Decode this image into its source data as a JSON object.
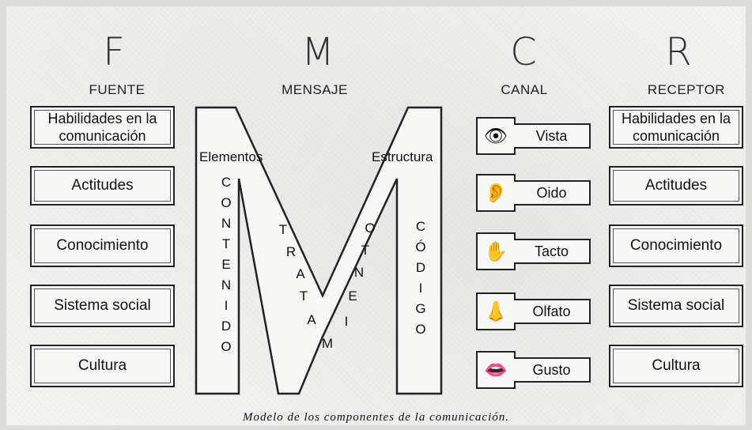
{
  "letters": {
    "f": "F",
    "m": "M",
    "c": "C",
    "r": "R"
  },
  "headers": {
    "fuente": "FUENTE",
    "mensaje": "MENSAJE",
    "canal": "CANAL",
    "receptor": "RECEPTOR"
  },
  "fuente": [
    "Habilidades en la comunicación",
    "Actitudes",
    "Conocimiento",
    "Sistema social",
    "Cultura"
  ],
  "receptor": [
    "Habilidades en la comunicación",
    "Actitudes",
    "Conocimiento",
    "Sistema social",
    "Cultura"
  ],
  "mensaje": {
    "elementos": "Elementos",
    "estructura": "Estructura",
    "contenido": [
      "C",
      "O",
      "N",
      "T",
      "E",
      "N",
      "I",
      "D",
      "O"
    ],
    "tratamiento": [
      "T",
      "R",
      "A",
      "T",
      "A",
      "M",
      "I",
      "E",
      "N",
      "T",
      "O"
    ],
    "codigo": [
      "C",
      "Ó",
      "D",
      "I",
      "G",
      "O"
    ]
  },
  "canal": [
    {
      "label": "Vista",
      "icon": "eye-icon",
      "glyph": "👁"
    },
    {
      "label": "Oido",
      "icon": "ear-icon",
      "glyph": "👂"
    },
    {
      "label": "Tacto",
      "icon": "hand-icon",
      "glyph": "✋"
    },
    {
      "label": "Olfato",
      "icon": "nose-icon",
      "glyph": "👃"
    },
    {
      "label": "Gusto",
      "icon": "mouth-icon",
      "glyph": "👄"
    }
  ],
  "caption": "Modelo de los componentes de la comunicación."
}
